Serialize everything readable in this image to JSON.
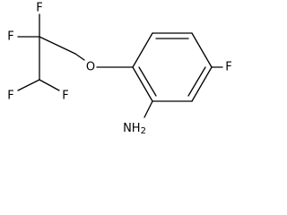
{
  "structure": {
    "atoms": {
      "fluoro_ring": "F",
      "oxygen": "O",
      "amine": "NH",
      "amine_subscript": "2",
      "f_c2_upper": "F",
      "f_c2_left": "F",
      "f_c3_left": "F",
      "f_c3_right": "F"
    }
  }
}
